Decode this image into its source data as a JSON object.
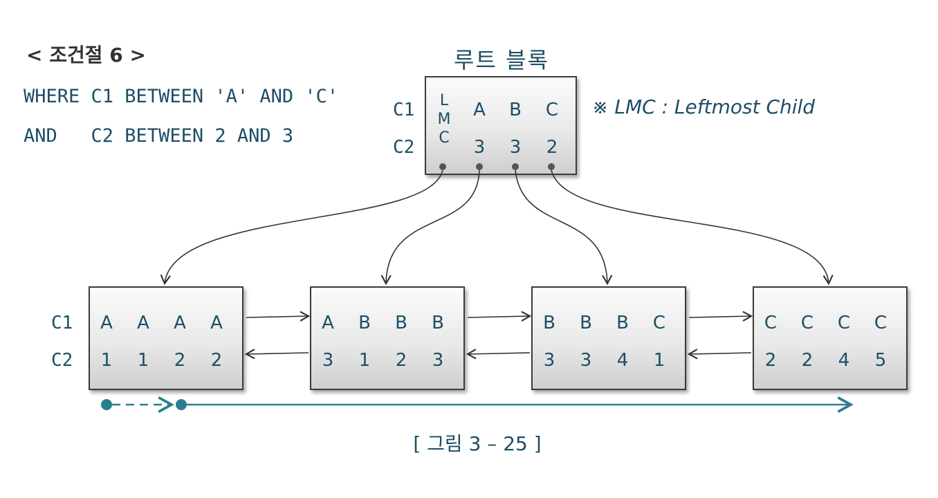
{
  "heading": "< 조건절 6 >",
  "code": {
    "line1": "WHERE C1 BETWEEN 'A' AND 'C'",
    "line2": "AND   C2 BETWEEN 2 AND 3"
  },
  "root": {
    "title": "루트 블록",
    "row_labels": [
      "C1",
      "C2"
    ],
    "lmc_letters": [
      "L",
      "M",
      "C"
    ],
    "c1": [
      "A",
      "B",
      "C"
    ],
    "c2": [
      "3",
      "3",
      "2"
    ]
  },
  "note": "※ LMC : Leftmost Child",
  "leaf_row_labels": [
    "C1",
    "C2"
  ],
  "leaves": [
    {
      "c1": [
        "A",
        "A",
        "A",
        "A"
      ],
      "c2": [
        "1",
        "1",
        "2",
        "2"
      ]
    },
    {
      "c1": [
        "A",
        "B",
        "B",
        "B"
      ],
      "c2": [
        "3",
        "1",
        "2",
        "3"
      ]
    },
    {
      "c1": [
        "B",
        "B",
        "B",
        "C"
      ],
      "c2": [
        "3",
        "3",
        "4",
        "1"
      ]
    },
    {
      "c1": [
        "C",
        "C",
        "C",
        "C"
      ],
      "c2": [
        "2",
        "2",
        "4",
        "5"
      ]
    }
  ],
  "caption": "[ 그림 3 – 25 ]",
  "colors": {
    "text": "#1e4d66",
    "scan_line": "#2a7f8f",
    "block_border": "#3a3a3a"
  }
}
